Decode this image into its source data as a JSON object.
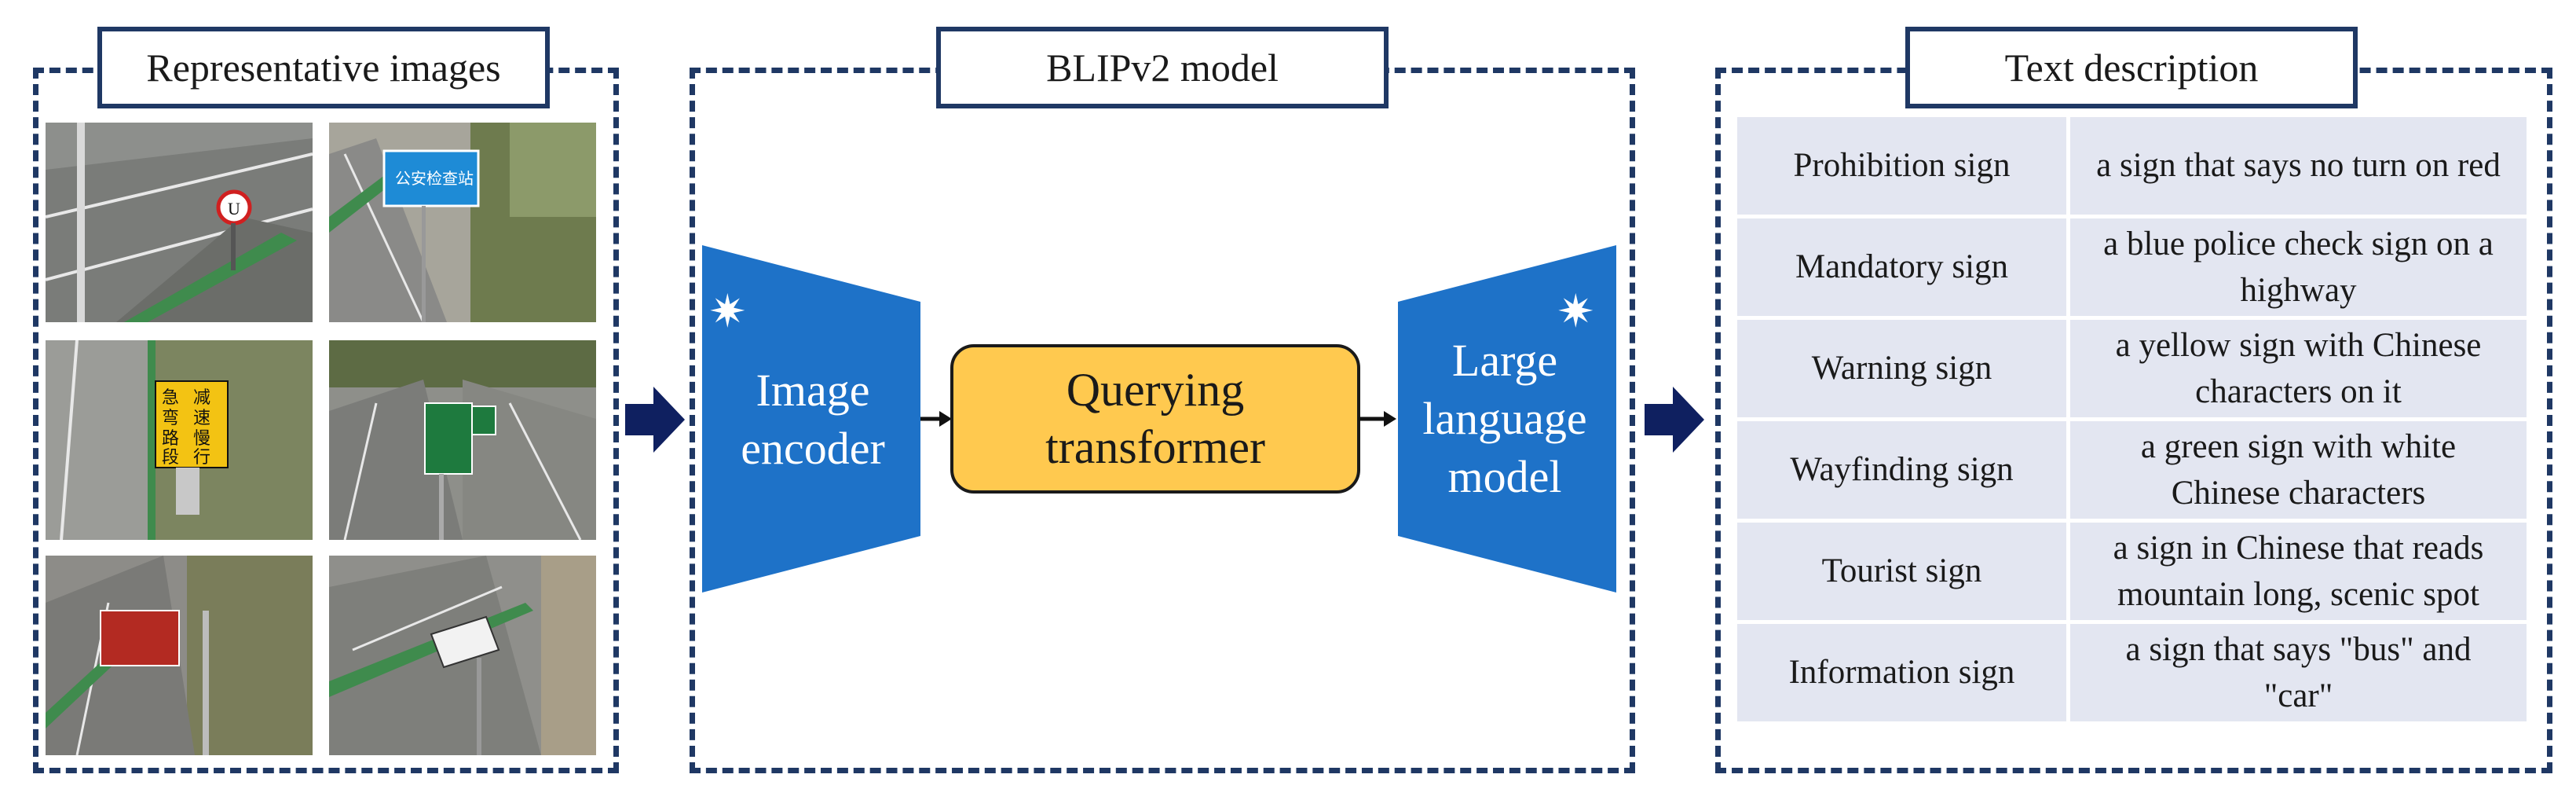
{
  "panels": {
    "images": {
      "title": "Representative images"
    },
    "model": {
      "title": "BLIPv2 model"
    },
    "text": {
      "title": "Text description"
    }
  },
  "model": {
    "image_encoder": [
      "Image",
      "encoder"
    ],
    "qformer": [
      "Querying",
      "transformer"
    ],
    "llm": [
      "Large",
      "language",
      "model"
    ],
    "star_icon": "sparkle-icon"
  },
  "thumbnails": [
    {
      "id": "prohibition",
      "sign_text": ""
    },
    {
      "id": "mandatory",
      "sign_text": "公安检查站"
    },
    {
      "id": "warning",
      "sign_text": [
        "急",
        "减",
        "弯",
        "速",
        "路",
        "慢",
        "段",
        "行"
      ]
    },
    {
      "id": "wayfinding",
      "sign_text": ""
    },
    {
      "id": "tourist",
      "sign_text": ""
    },
    {
      "id": "information",
      "sign_text": ""
    }
  ],
  "descriptions": [
    {
      "category": "Prohibition sign",
      "text": [
        "a sign that says no turn on red"
      ]
    },
    {
      "category": "Mandatory sign",
      "text": [
        "a blue police check sign on a",
        "highway"
      ]
    },
    {
      "category": "Warning sign",
      "text": [
        "a yellow sign with Chinese",
        "characters on it"
      ]
    },
    {
      "category": "Wayfinding sign",
      "text": [
        "a green sign with white",
        "Chinese characters"
      ]
    },
    {
      "category": "Tourist sign",
      "text": [
        "a sign in Chinese that reads",
        "mountain long, scenic spot"
      ]
    },
    {
      "category": "Information sign",
      "text": [
        "a sign that says \"bus\" and",
        "\"car\""
      ]
    }
  ],
  "colors": {
    "border": "#1f3864",
    "model_blue": "#1e72c8",
    "qformer": "#ffc94f",
    "cell": "#e3e6f1",
    "arrow": "#0f2060"
  }
}
